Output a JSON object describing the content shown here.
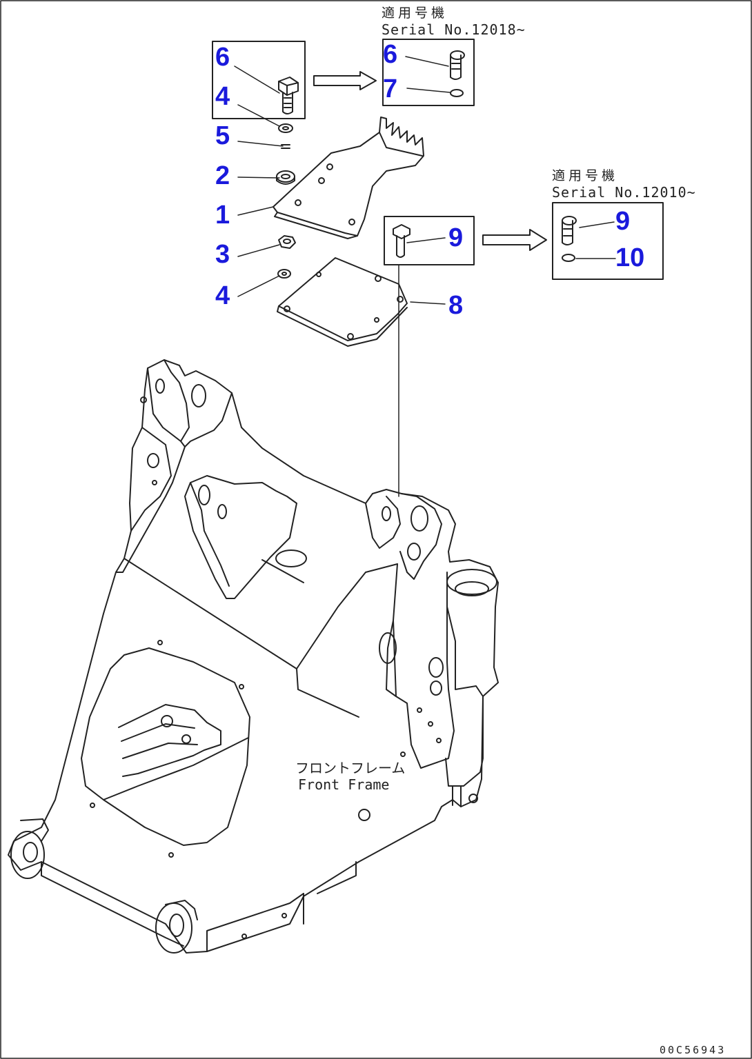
{
  "callouts": {
    "c6a": "6",
    "c4a": "4",
    "c5": "5",
    "c2": "2",
    "c1": "1",
    "c3": "3",
    "c4b": "4",
    "c6b": "6",
    "c7": "7",
    "c9a": "9",
    "c8": "8",
    "c9b": "9",
    "c10": "10"
  },
  "notes": {
    "top_jp": "適用号機",
    "top_serial": "Serial No.12018~",
    "right_jp": "適用号機",
    "right_serial": "Serial No.12010~"
  },
  "frame_label": {
    "jp": "フロントフレーム",
    "en": "Front Frame"
  },
  "drawing_code": "00C56943",
  "colors": {
    "callout": "#1a1adc",
    "line": "#222222",
    "background": "#ffffff"
  }
}
